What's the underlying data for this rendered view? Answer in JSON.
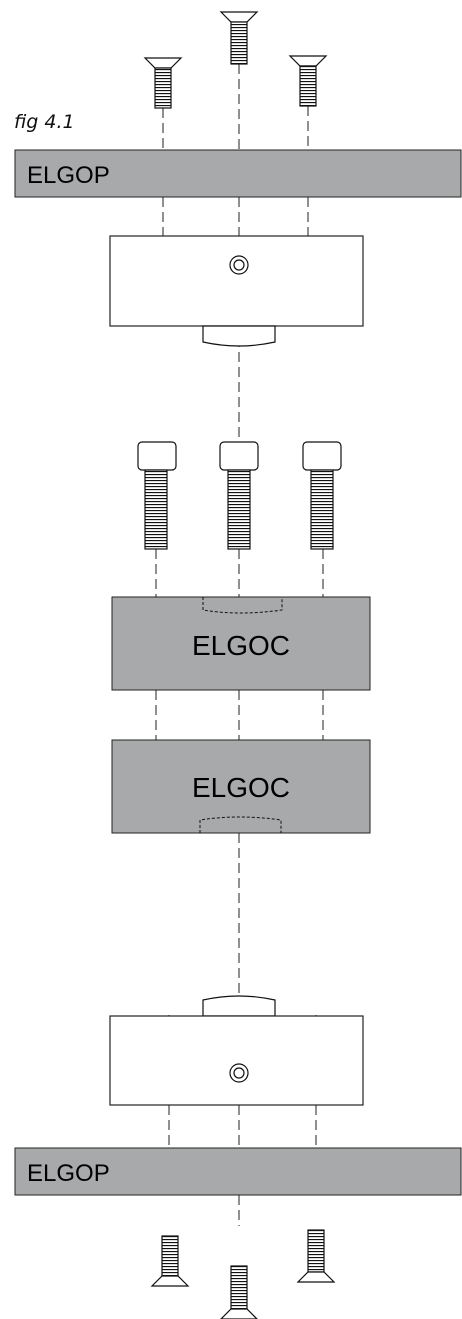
{
  "figure": {
    "caption": "fig 4.1",
    "plate_top_label": "ELGOP",
    "coupler_top_label": "ELGOC",
    "coupler_bottom_label": "ELGOC",
    "plate_bottom_label": "ELGOP"
  }
}
